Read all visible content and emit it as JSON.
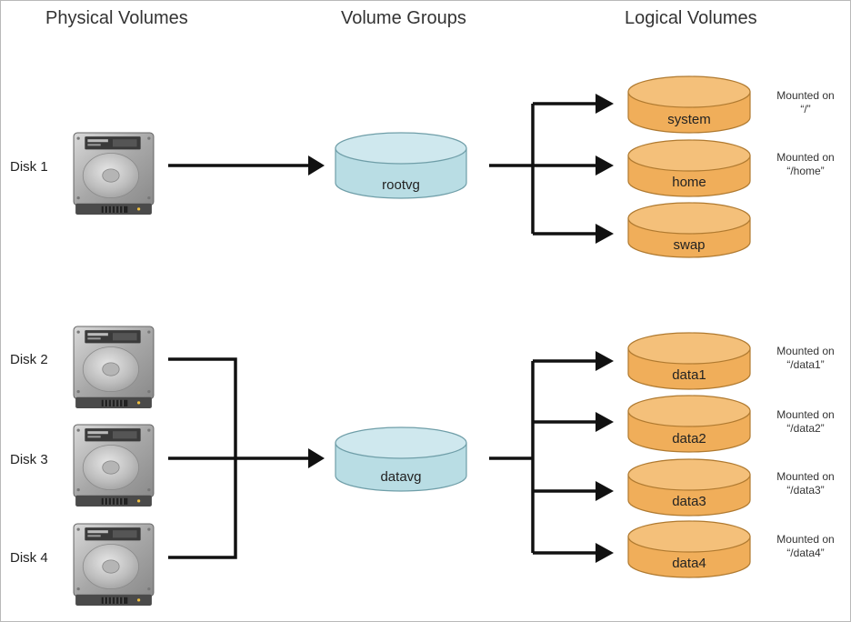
{
  "headers": {
    "physical": "Physical Volumes",
    "volume_groups": "Volume Groups",
    "logical": "Logical Volumes"
  },
  "disks": [
    "Disk 1",
    "Disk 2",
    "Disk 3",
    "Disk 4"
  ],
  "volume_groups": [
    "rootvg",
    "datavg"
  ],
  "logical_volumes": [
    {
      "name": "system",
      "mount_line1": "Mounted on",
      "mount_line2": "“/”"
    },
    {
      "name": "home",
      "mount_line1": "Mounted on",
      "mount_line2": "“/home”"
    },
    {
      "name": "swap",
      "mount_line1": "",
      "mount_line2": ""
    },
    {
      "name": "data1",
      "mount_line1": "Mounted on",
      "mount_line2": "“/data1”"
    },
    {
      "name": "data2",
      "mount_line1": "Mounted on",
      "mount_line2": "“/data2”"
    },
    {
      "name": "data3",
      "mount_line1": "Mounted on",
      "mount_line2": "“/data3”"
    },
    {
      "name": "data4",
      "mount_line1": "Mounted on",
      "mount_line2": "“/data4”"
    }
  ],
  "colors": {
    "volume_group_fill": "#b9dde4",
    "volume_group_top": "#cfe8ee",
    "volume_group_stroke": "#6f9ea8",
    "logical_fill": "#f0ae5a",
    "logical_top": "#f4c07a",
    "logical_stroke": "#b07a30",
    "arrow": "#111111"
  },
  "icons": {
    "disk": "hard-drive-icon"
  }
}
